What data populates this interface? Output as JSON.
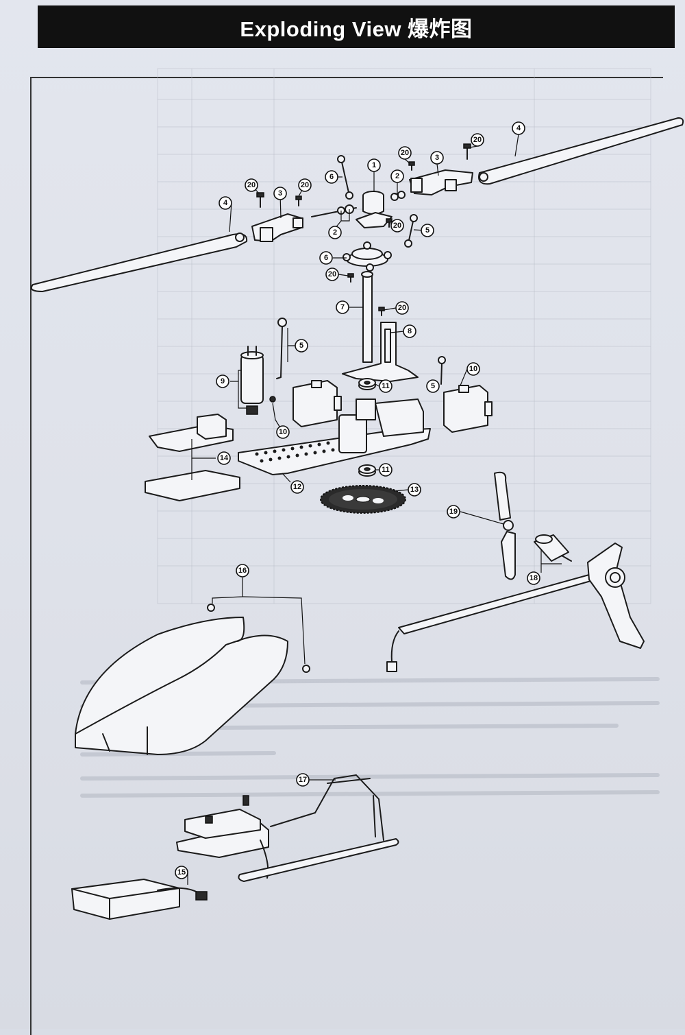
{
  "header": {
    "title": "Exploding View 爆炸图"
  },
  "callouts": [
    "1",
    "2",
    "3",
    "4",
    "5",
    "6",
    "7",
    "8",
    "9",
    "10",
    "11",
    "12",
    "13",
    "14",
    "15",
    "16",
    "17",
    "18",
    "19",
    "20"
  ]
}
